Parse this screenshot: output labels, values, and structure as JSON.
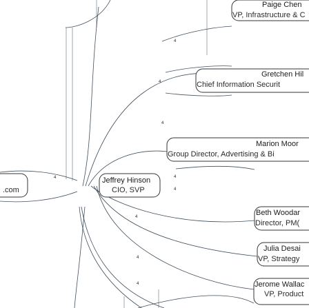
{
  "nodes": [
    {
      "id": "paige",
      "name": "Paige Chen",
      "title": "VP, Infrastructure & C"
    },
    {
      "id": "gretchen",
      "name": "Gretchen Hil",
      "title": "Chief Information Securit"
    },
    {
      "id": "marion",
      "name": "Marion Moor",
      "title": "Group Director, Advertising & Bi"
    },
    {
      "id": "beth",
      "name": "Beth Woodar",
      "title": "Director, PM("
    },
    {
      "id": "julia",
      "name": "Julia Desai",
      "title": "VP, Strategy"
    },
    {
      "id": "jerome",
      "name": "Jerome Wallac",
      "title": "VP, Product"
    },
    {
      "id": "jeffrey",
      "name": "Jeffrey Hinson",
      "title": "CIO, SVP"
    },
    {
      "id": "left",
      "name": "",
      "title": ".com"
    }
  ],
  "edge_counts": [
    "4",
    "4",
    "4",
    "4",
    "4",
    "4",
    "4",
    "4",
    "4"
  ],
  "colors": {
    "edge": "#1f2f3f",
    "node_fill": "#ffffff",
    "node_stroke": "#333333"
  }
}
